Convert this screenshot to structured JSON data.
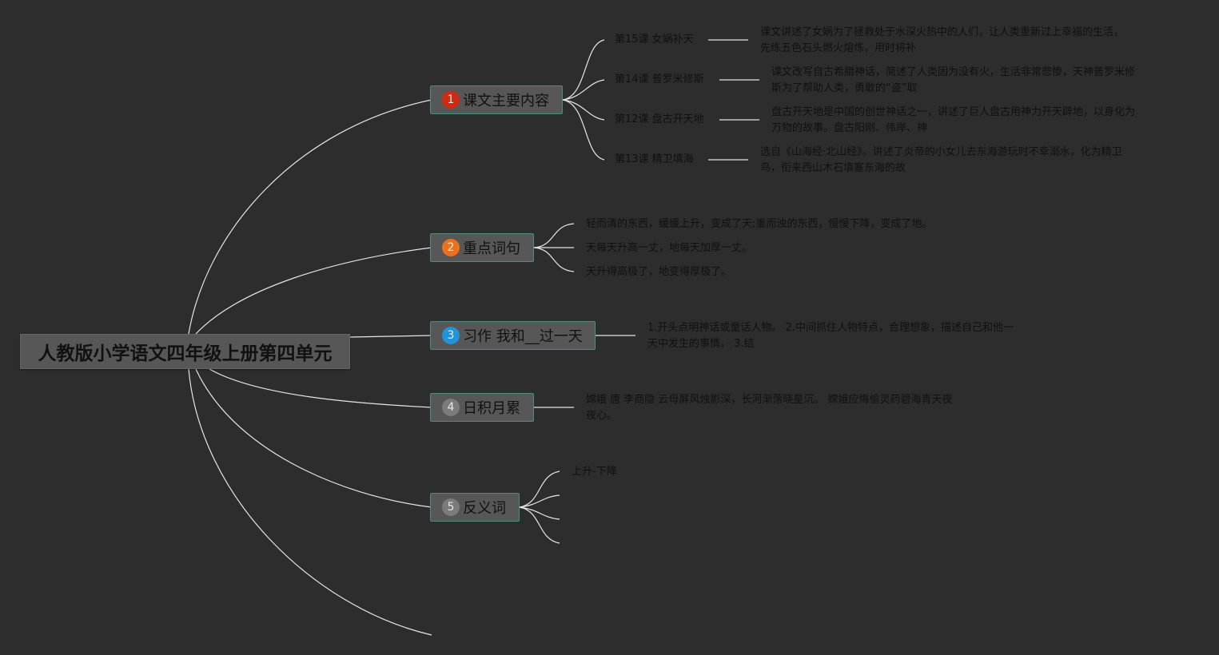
{
  "root": {
    "title": "人教版小学语文四年级上册第四单元"
  },
  "colors": {
    "background": "#2d2d2d",
    "line": "#e6e6e6",
    "node_fill": "#575757",
    "node_border": "#4f8b80"
  },
  "branches": [
    {
      "num": "1",
      "badge_color": "#d22a10",
      "label": "课文主要内容",
      "lessons": [
        {
          "title": "第15课 女娲补天",
          "note": [
            "课文讲述了女娲为了拯救处于水深火热中的人们，让人类重新过上幸福的生活，",
            "先练五色石头燃火熔炼，用时将补"
          ]
        },
        {
          "title": "第14课 普罗米修斯",
          "note": [
            "课文改写自古希腊神话，简述了人类因为没有火，生活非常悲惨，天神普罗米修",
            "斯为了帮助人类，勇敢的“盗”取"
          ]
        },
        {
          "title": "第12课 盘古开天地",
          "note": [
            "盘古开天地是中国的创世神话之一，讲述了巨人盘古用神力开天辟地，以身化为",
            "万物的故事。盘古阳刚、伟岸、神"
          ]
        },
        {
          "title": "第13课 精卫填海",
          "note": [
            "选自《山海经·北山经》。讲述了炎帝的小女儿去东海游玩时不幸溺水，化为精卫",
            "鸟，衔来西山木石填塞东海的故"
          ]
        }
      ]
    },
    {
      "num": "2",
      "badge_color": "#e8731c",
      "label": "重点词句",
      "items": [
        "轻而清的东西，缓缓上升，变成了天;重而浊的东西，慢慢下降，变成了地。",
        "天每天升高一丈，地每天加厚一丈。",
        "天升得高极了，地变得厚极了。"
      ]
    },
    {
      "num": "3",
      "badge_color": "#1f95d8",
      "label": "习作 我和__过一天",
      "note": [
        "1.开头点明神话或童话人物。 2.中间抓住人物特点，合理想象，描述自己和他一",
        "天中发生的事情。 3.结"
      ]
    },
    {
      "num": "4",
      "badge_color": "#7b7b7b",
      "label": "日积月累",
      "note": [
        "嫦娥 唐 李商隐 云母屏风烛影深，长河渐落晓星沉。 嫦娥应悔偷灵药碧海青天夜",
        "夜心。"
      ]
    },
    {
      "num": "5",
      "badge_color": "#7b7b7b",
      "label": "反义词",
      "items": [
        "上升-下降",
        "",
        "",
        ""
      ]
    }
  ]
}
